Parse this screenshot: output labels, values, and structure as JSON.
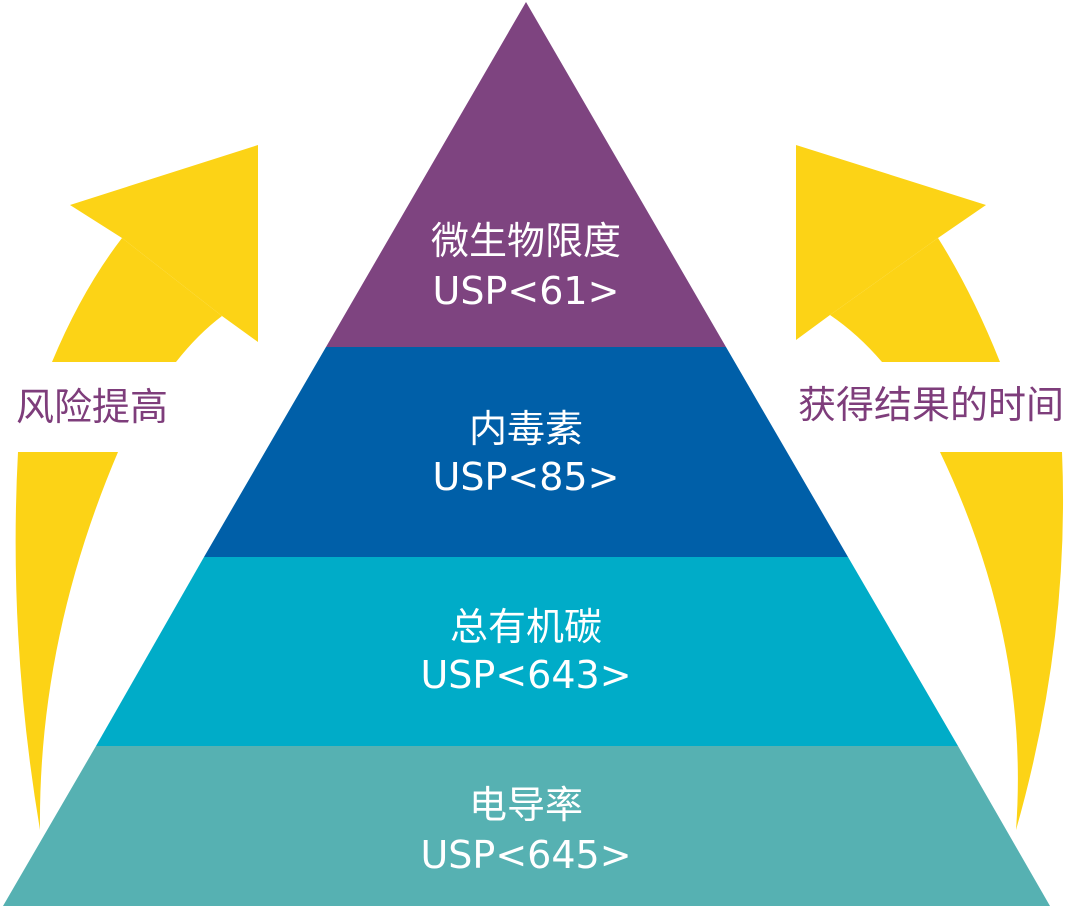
{
  "colors": {
    "arrow": "#fcd316",
    "label_text": "#7e3d7b",
    "tier_text": "#ffffff"
  },
  "left_arrow": {
    "label": "风险提高"
  },
  "right_arrow": {
    "label": "获得结果的时间"
  },
  "pyramid": {
    "tiers": [
      {
        "name": "微生物限度",
        "standard": "USP<61>",
        "color": "#7e4480"
      },
      {
        "name": "内毒素",
        "standard": "USP<85>",
        "color": "#005fa8"
      },
      {
        "name": "总有机碳",
        "standard": "USP<643>",
        "color": "#00acc8"
      },
      {
        "name": "电导率",
        "standard": "USP<645>",
        "color": "#56b1b2"
      }
    ]
  }
}
